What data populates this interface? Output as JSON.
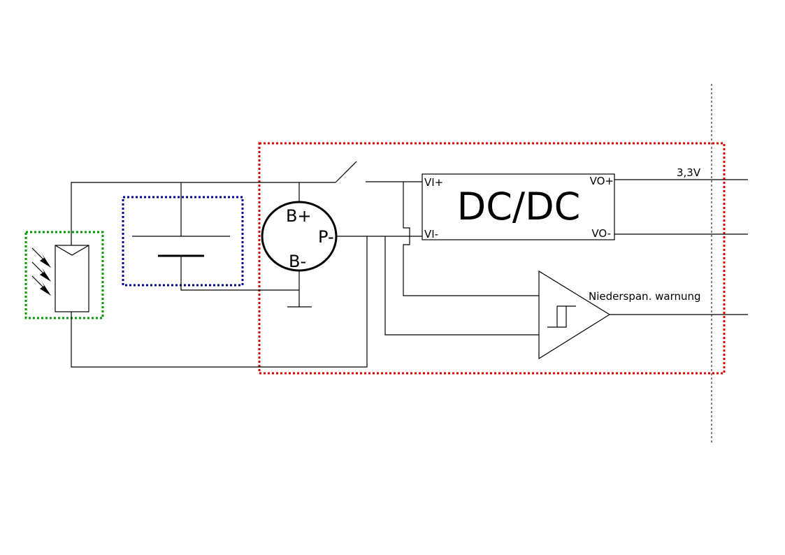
{
  "protection_ic": {
    "b_plus": "B+",
    "b_minus": "B-",
    "p_minus": "P-"
  },
  "converter": {
    "title": "DC/DC",
    "vi_plus": "VI+",
    "vi_minus": "VI-",
    "vo_plus": "VO+",
    "vo_minus": "VO-"
  },
  "outputs": {
    "voltage_label": "3,3V",
    "warning_label": "Niederspan. warnung"
  },
  "colors": {
    "solar_box": "#009900",
    "battery_box": "#000099",
    "electronics_box": "#dd0000"
  }
}
